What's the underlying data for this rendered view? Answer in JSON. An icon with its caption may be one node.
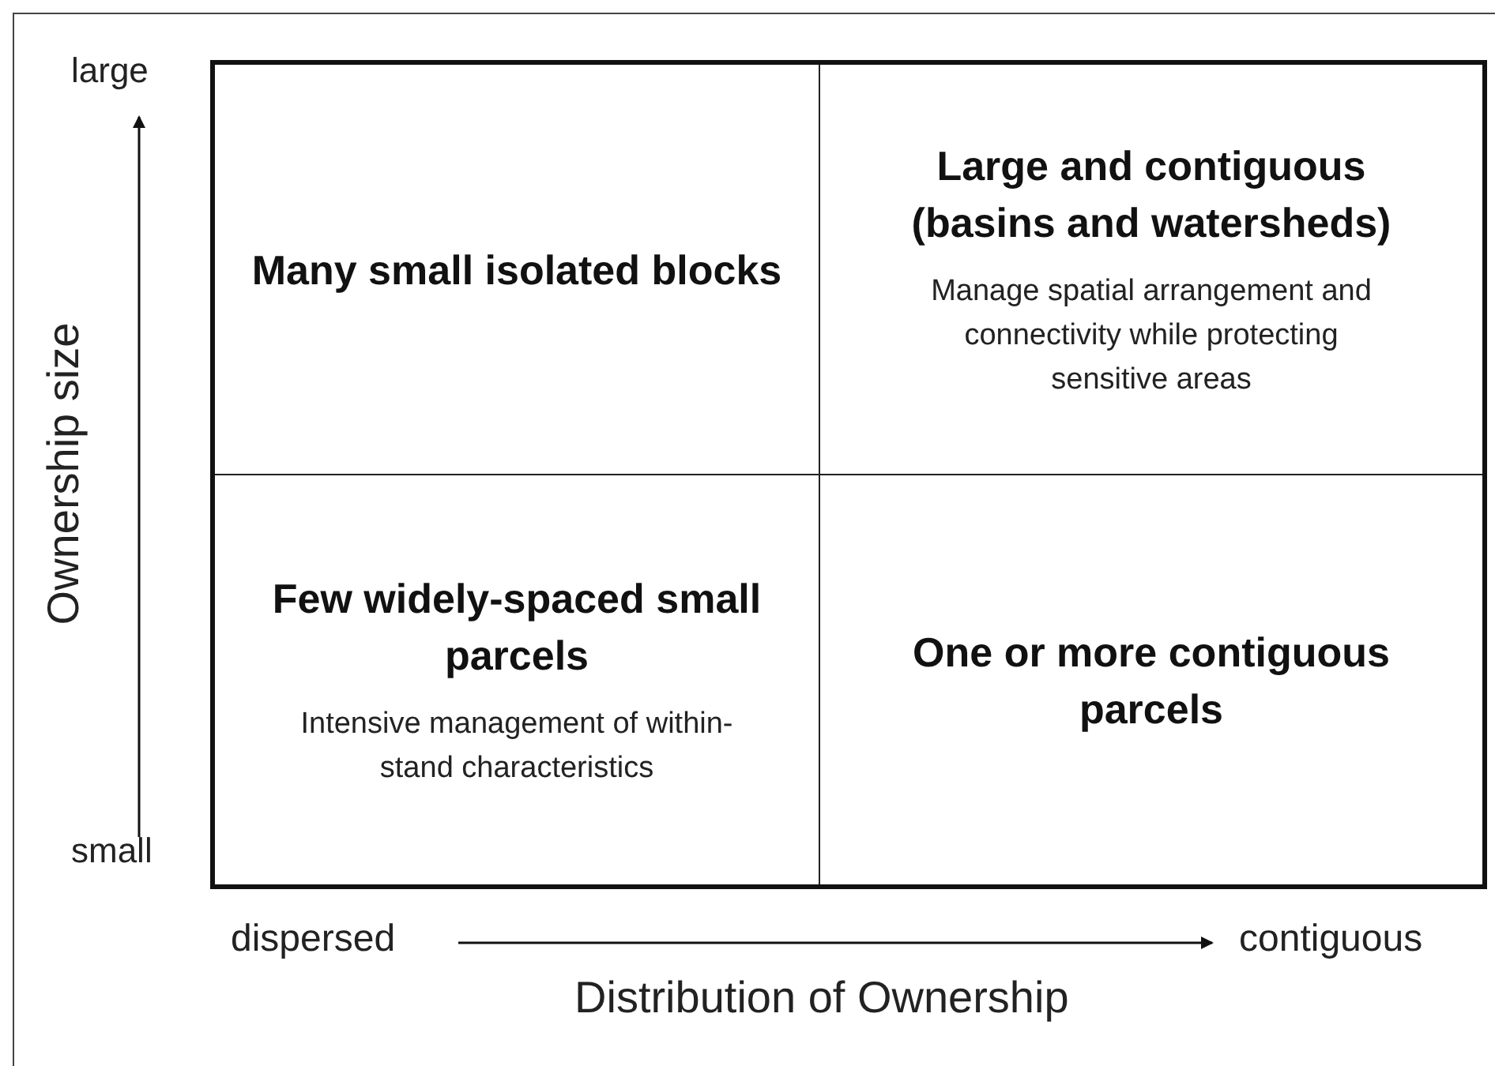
{
  "diagram": {
    "nodes": [
      {
        "text": [
          "Many small isolated blocks"
        ]
      },
      {
        "text": [
          "Large and contiguous (basins and watersheds)",
          "Manage spatial arrangement and connectivity while protecting sensitive areas"
        ]
      },
      {
        "text": [
          "Few widely-spaced small parcels",
          "Intensive management of within-stand characteristics"
        ]
      },
      {
        "text": [
          "One or more contiguous parcels"
        ]
      }
    ],
    "edges": [],
    "labels": [
      "large",
      "Ownership size",
      "small",
      "dispersed",
      "contiguous",
      "Distribution of Ownership"
    ]
  }
}
